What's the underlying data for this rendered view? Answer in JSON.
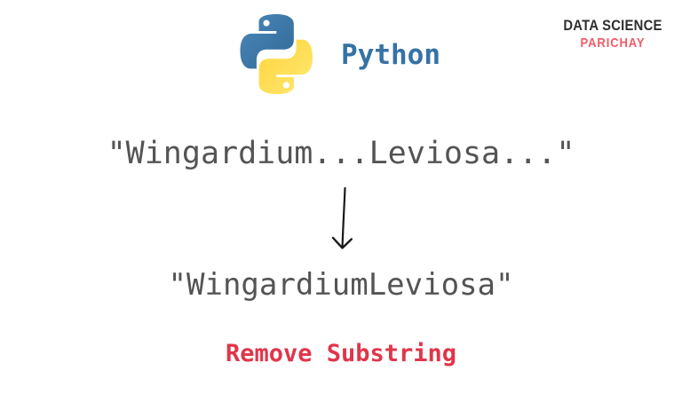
{
  "page": {
    "background": "#ffffff"
  },
  "header": {
    "python_label": "Python",
    "brand_line1": "DATA SCIENCE",
    "brand_line2": "PARICHAY"
  },
  "diagram": {
    "input_string": "\"Wingardium...Leviosa...\"",
    "output_string": "\"WingardiumLeviosa\"",
    "caption": "Remove Substring"
  },
  "icons": {
    "python_logo": "python-two-snakes-logo",
    "arrow": "down-arrow"
  },
  "colors": {
    "python_blue_text": "#3572a5",
    "logo_blue_light": "#4a87b8",
    "logo_blue_dark": "#306998",
    "logo_yellow_light": "#ffe873",
    "logo_yellow_dark": "#ffd43b",
    "brand_dark": "#2e2e2e",
    "brand_red": "#f15b66",
    "string_gray": "#545454",
    "caption_red": "#e0354a",
    "arrow_black": "#1a1a1a",
    "background": "#ffffff"
  }
}
